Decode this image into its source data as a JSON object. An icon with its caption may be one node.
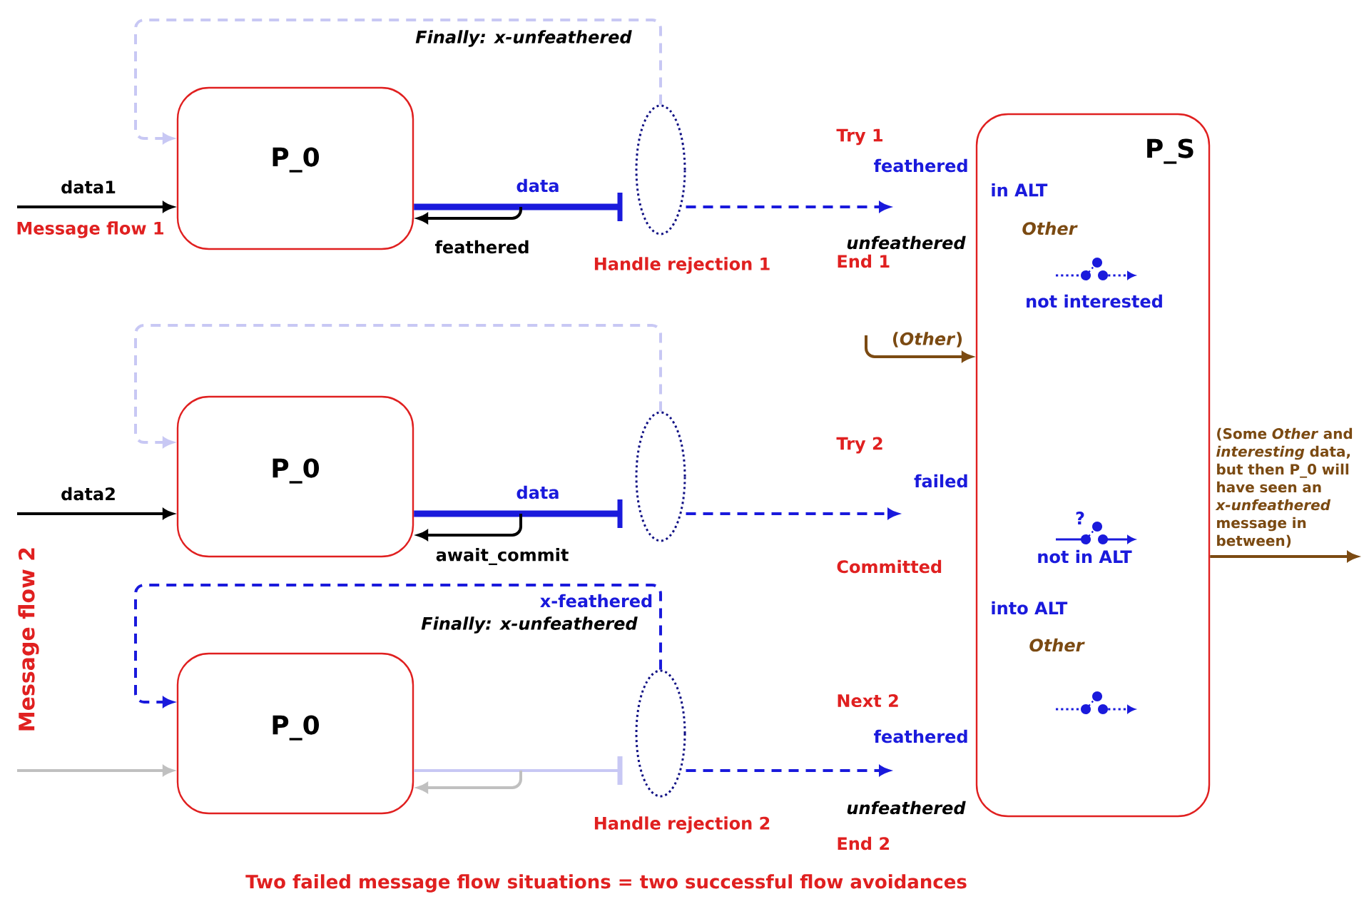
{
  "diagram": {
    "caption": "Two failed message flow situations = two successful flow avoidances",
    "nodes": [
      {
        "text": [
          "P_0"
        ]
      },
      {
        "text": [
          "P_0"
        ]
      },
      {
        "text": [
          "P_0"
        ]
      },
      {
        "text": [
          "P_S"
        ]
      },
      {
        "text": [],
        "shape": "ellipse",
        "beside": [
          "Handle rejection 1"
        ]
      },
      {
        "text": [],
        "shape": "ellipse"
      },
      {
        "text": [],
        "shape": "ellipse",
        "beside": [
          "Handle rejection 2"
        ]
      }
    ],
    "edges": [
      {
        "from": null,
        "to": 0,
        "arrow": "to",
        "label": "data1",
        "color": "#000000"
      },
      {
        "from": 0,
        "to": 4,
        "arrow": "other",
        "label": "data",
        "style": "thick"
      },
      {
        "from": 4,
        "to": null,
        "arrow": "to",
        "style": "dashed"
      },
      {
        "from": null,
        "to": 0,
        "arrow": "to",
        "label": "feathered",
        "color": "#000000"
      },
      {
        "from": 4,
        "to": 0,
        "arrow": "to",
        "label": "Finally: x-unfeathered",
        "style": "dashed",
        "color": "#c8c8f4"
      },
      {
        "from": null,
        "to": 1,
        "arrow": "to",
        "label": "data2",
        "color": "#000000"
      },
      {
        "from": 1,
        "to": 5,
        "arrow": "other",
        "label": "data",
        "style": "thick"
      },
      {
        "from": 5,
        "to": null,
        "arrow": "to",
        "style": "dashed"
      },
      {
        "from": null,
        "to": 1,
        "arrow": "to",
        "label": "await_commit",
        "color": "#000000"
      },
      {
        "from": 5,
        "to": 1,
        "arrow": "to",
        "style": "dashed",
        "color": "#c8c8f4"
      },
      {
        "from": null,
        "to": 2,
        "arrow": "to",
        "color": "#c0c0c0"
      },
      {
        "from": 2,
        "to": 6,
        "arrow": "other",
        "color": "#c8c8f4"
      },
      {
        "from": 6,
        "to": null,
        "arrow": "to",
        "style": "dashed"
      },
      {
        "from": null,
        "to": 2,
        "arrow": "to",
        "color": "#c0c0c0"
      },
      {
        "from": 6,
        "to": 2,
        "arrow": "to",
        "label": "x-feathered",
        "style": "dashed"
      },
      {
        "from": null,
        "to": 3,
        "arrow": "to",
        "label": "(*Other*)",
        "color": "#7b4a12"
      },
      {
        "from": 3,
        "to": null,
        "arrow": "to",
        "label": "(Some *Other* and *interesting* data, but then P_0 will have seen an *x-unfeathered* message in between)",
        "color": "#7b4a12"
      }
    ],
    "labels": [
      "Message flow 1",
      "Try 1",
      "feathered",
      "unfeathered",
      "End 1",
      "in ALT",
      "Other",
      "not interested",
      "Try 2",
      "failed",
      "Committed",
      "?",
      "not in ALT",
      "into ALT",
      "Other",
      "Next 2",
      "feathered",
      "unfeathered",
      "End 2",
      "Message flow 2",
      "Finally: x-unfeathered"
    ]
  }
}
